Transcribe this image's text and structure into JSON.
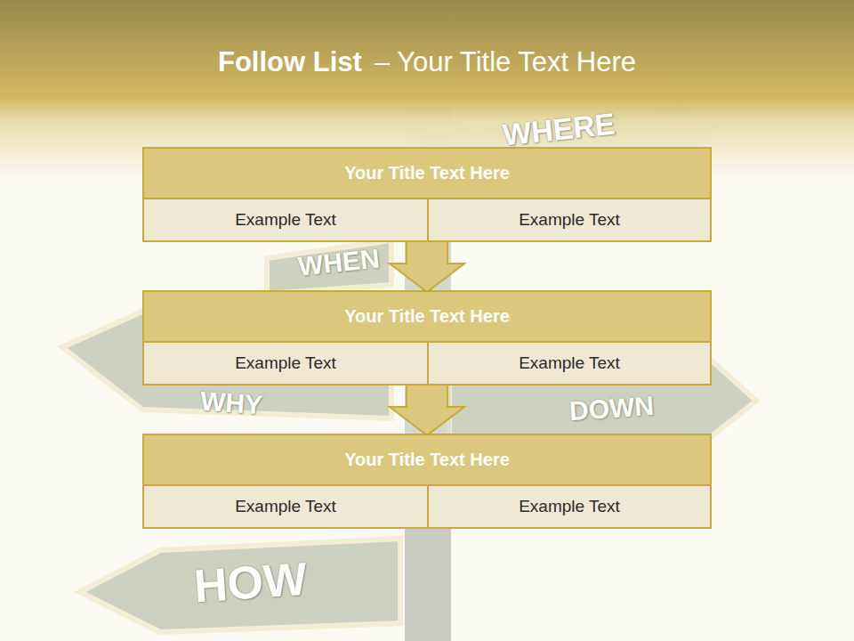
{
  "diagram": {
    "title": "Follow List",
    "nodes": [
      {
        "text": [
          "Your Title Text Here"
        ]
      },
      {
        "text": [
          "Example Text"
        ],
        "in": 0
      },
      {
        "text": [
          "Example Text"
        ],
        "in": 0
      },
      {
        "text": [
          "Your Title Text Here"
        ]
      },
      {
        "text": [
          "Example Text"
        ],
        "in": 3
      },
      {
        "text": [
          "Example Text"
        ],
        "in": 3
      },
      {
        "text": [
          "Your Title Text Here"
        ]
      },
      {
        "text": [
          "Example Text"
        ],
        "in": 6
      },
      {
        "text": [
          "Example Text"
        ],
        "in": 6
      }
    ],
    "edges": [
      {
        "from": 0,
        "to": 3,
        "arrow": "to"
      },
      {
        "from": 3,
        "to": 6,
        "arrow": "to"
      }
    ],
    "labels": [
      "– Your Title Text Here",
      "WHERE",
      "WHEN",
      "WHY",
      "DOWN",
      "HOW"
    ]
  }
}
